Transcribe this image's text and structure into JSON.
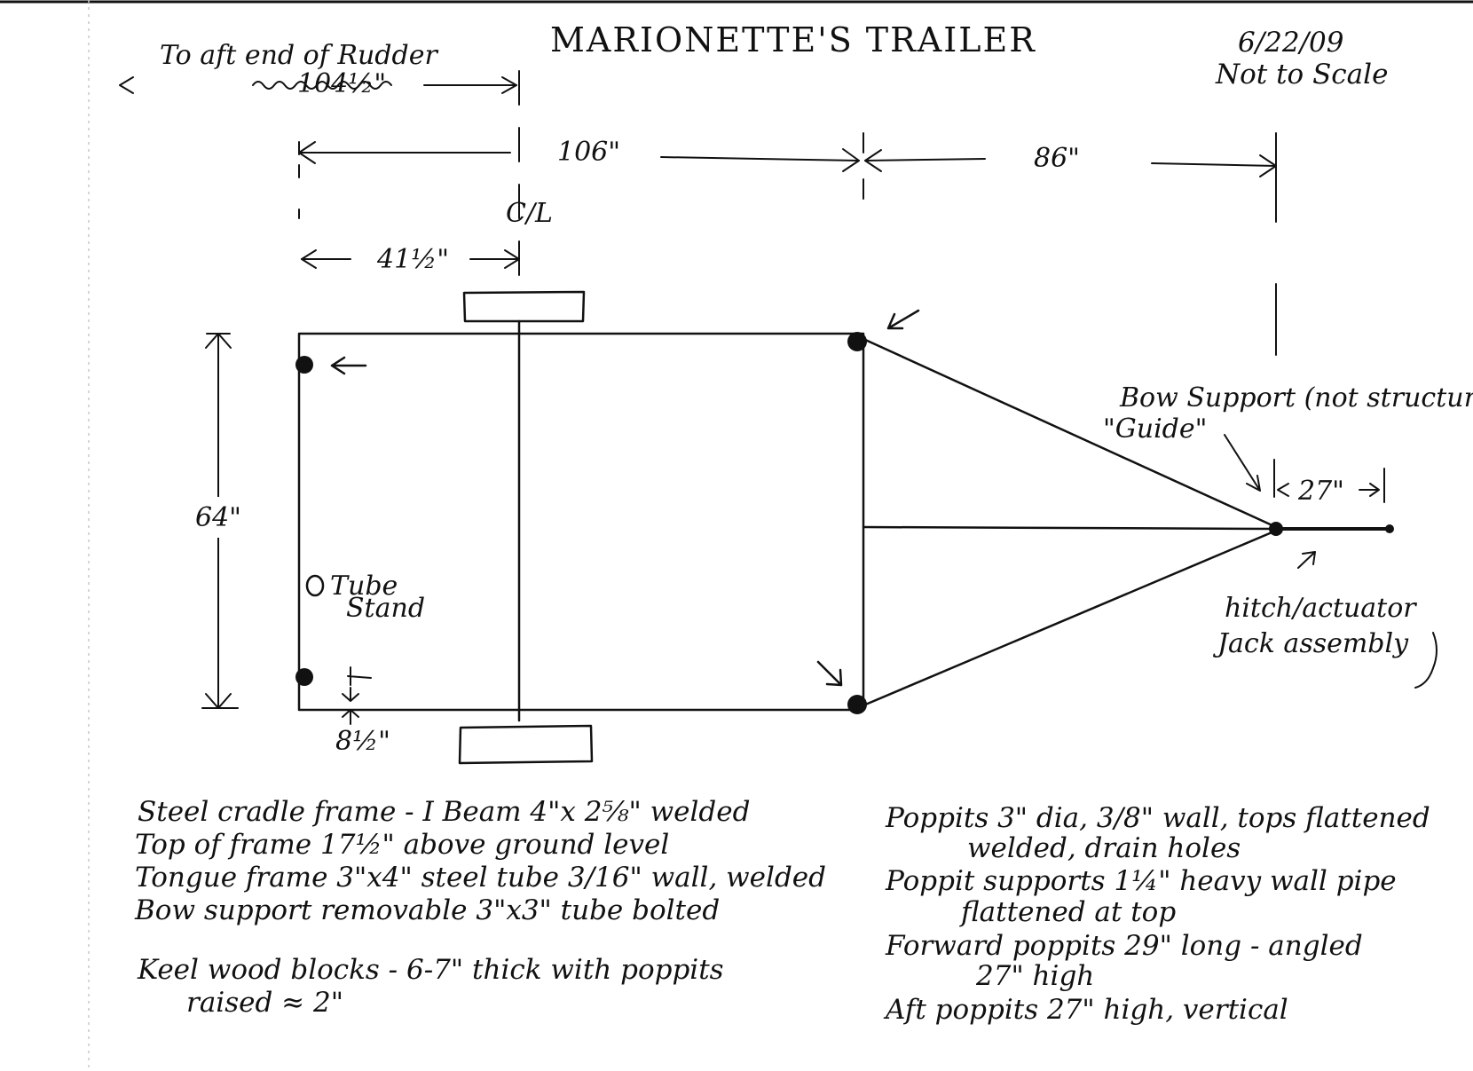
{
  "header": {
    "title": "MARIONETTE'S TRAILER",
    "date": "6/22/09",
    "scale_note": "Not to Scale"
  },
  "dimensions": {
    "aft_note": "To aft end of Rudder",
    "aft_to_cl": "104½\"",
    "frame_length": "106\"",
    "tongue_length": "86\"",
    "cl_label": "C/L",
    "cl_offset": "41½\"",
    "frame_width": "64\"",
    "poppit_inset": "8½\"",
    "bow_extension": "27\""
  },
  "labels": {
    "tube_stand_line1": "Tube",
    "tube_stand_line2": "Stand",
    "bow_support_line1": "Bow Support (not structural)",
    "bow_support_line2": "\"Guide\"",
    "hitch_line1": "hitch/actuator",
    "hitch_line2": "Jack assembly"
  },
  "notes_left": [
    "Steel cradle frame - I Beam 4\"x 2⅝\" welded",
    "Top of frame 17½\" above ground level",
    "Tongue frame 3\"x4\" steel tube 3/16\" wall, welded",
    "Bow support removable 3\"x3\" tube bolted",
    "Keel wood blocks - 6-7\" thick with poppits",
    "raised ≈ 2\""
  ],
  "notes_right": [
    "Poppits 3\" dia, 3/8\" wall, tops flattened",
    "welded, drain holes",
    "Poppit supports 1¼\" heavy wall pipe",
    "flattened at top",
    "Forward poppits 29\" long - angled",
    "27\" high",
    "Aft poppits 27\" high, vertical"
  ],
  "colors": {
    "ink": "#111111",
    "paper": "#ffffff"
  }
}
